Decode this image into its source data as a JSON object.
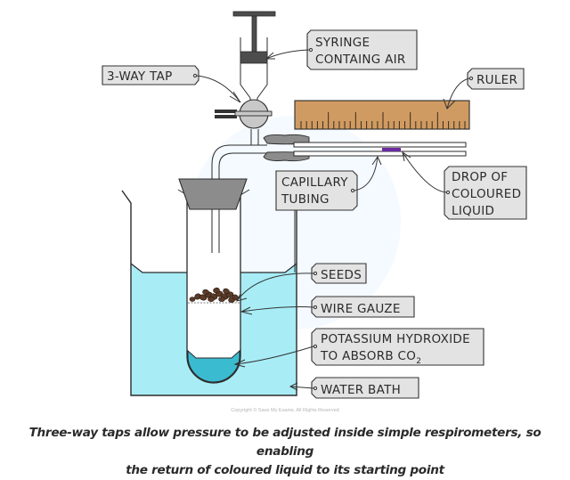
{
  "diagram": {
    "title": "Simple respirometer with three-way tap",
    "labels": {
      "syringe": [
        "SYRINGE",
        "CONTAING AIR"
      ],
      "three_way_tap": "3-WAY TAP",
      "ruler": "RULER",
      "capillary_tubing": [
        "CAPILLARY",
        "TUBING"
      ],
      "drop_of_coloured_liquid": [
        "DROP OF",
        "COLOURED",
        "LIQUID"
      ],
      "seeds": "SEEDS",
      "wire_gauze": "WIRE GAUZE",
      "potassium_hydroxide": [
        "POTASSIUM HYDROXIDE",
        "TO ABSORB CO"
      ],
      "potassium_hydroxide_subscript": "2",
      "water_bath": "WATER BATH"
    },
    "colors": {
      "water": "#a8edf6",
      "koh_solution": "#3bbbd0",
      "ruler": "#d09b62",
      "coloured_drop": "#6a2aa0",
      "stopper": "#8c8c8c",
      "syringe_plunger": "#4d4d4d",
      "tap": "#c8c8c8",
      "seeds": "#5a3a28",
      "label_fill": "#e3e3e3"
    }
  },
  "copyright": "Copyright © Save My Exams. All Rights Reserved",
  "caption": {
    "line1": "Three-way taps allow pressure to be adjusted inside simple respirometers, so enabling",
    "line2": "the return of coloured liquid to its starting point"
  }
}
